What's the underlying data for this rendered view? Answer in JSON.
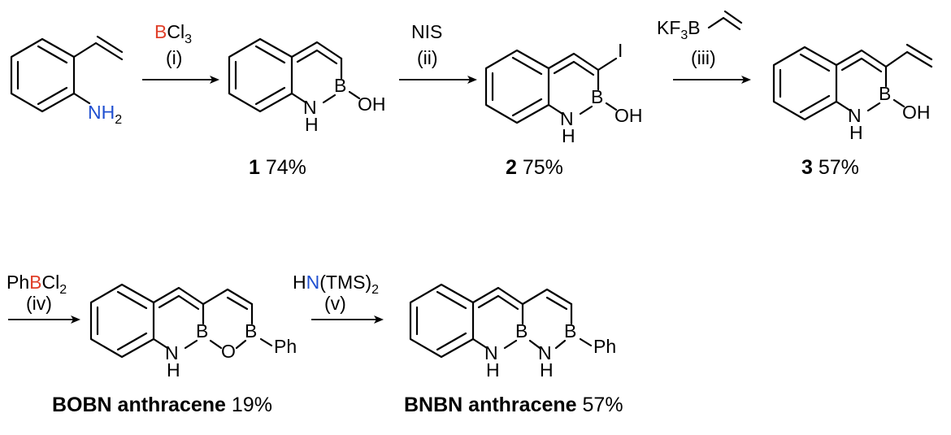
{
  "colors": {
    "boron": "#e0402a",
    "nitrogen": "#1f4fd0",
    "text": "#000000"
  },
  "atoms": {
    "B": "B",
    "N": "N",
    "H": "H",
    "O": "O",
    "OH": "OH",
    "I": "I",
    "Ph": "Ph",
    "NH": "NH",
    "NH2_main": "NH",
    "NH2_sub": "2"
  },
  "steps": {
    "i": {
      "reagent_color": "B",
      "reagent_rest": "Cl",
      "reagent_sub": "3",
      "label": "(i)"
    },
    "ii": {
      "reagent": "NIS",
      "label": "(ii)"
    },
    "iii": {
      "reagent_K": "KF",
      "reagent_sub": "3",
      "reagent_B": "B",
      "label": "(iii)"
    },
    "iv": {
      "reagent_pre": "Ph",
      "reagent_color": "B",
      "reagent_rest": "Cl",
      "reagent_sub": "2",
      "label": "(iv)"
    },
    "v": {
      "reagent_color": "N",
      "reagent_pre": "H",
      "reagent_rest": "(TMS)",
      "reagent_sub": "2",
      "label": "(v)"
    }
  },
  "products": {
    "p1": {
      "number": "1",
      "yield": "74%"
    },
    "p2": {
      "number": "2",
      "yield": "75%"
    },
    "p3": {
      "number": "3",
      "yield": "57%"
    },
    "bobn": {
      "name": "BOBN anthracene",
      "yield": "19%"
    },
    "bnbn": {
      "name": "BNBN anthracene",
      "yield": "57%"
    }
  }
}
